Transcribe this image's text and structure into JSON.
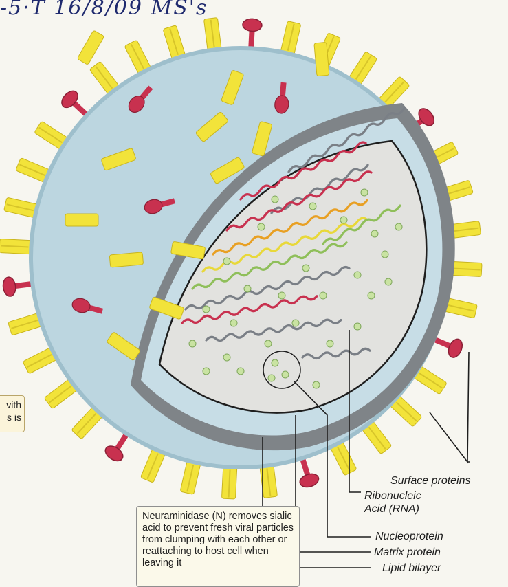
{
  "handwritten_note": "-5·T 16/8/09 MS's",
  "left_box_lines": [
    "vith",
    "s is"
  ],
  "neuraminidase_box": "Neuraminidase (N) removes sialic acid to prevent fresh viral particles from clumping with each other or reattaching to host cell when leaving it",
  "labels": {
    "surface_proteins": "Surface proteins",
    "rna_line1": "Ribonucleic",
    "rna_line2": "Acid (RNA)",
    "nucleoprotein": "Nucleoprotein",
    "matrix_protein": "Matrix protein",
    "lipid_bilayer": "Lipid bilayer"
  },
  "colors": {
    "envelope": "#bcd6e0",
    "envelope_dark": "#93b8c8",
    "matrix_ring": "#8a8d90",
    "core": "#e4e4e2",
    "spike_yellow": "#f2e33a",
    "spike_red": "#c8314f",
    "rna_red": "#c8314f",
    "rna_orange": "#e8a024",
    "rna_yellow": "#e8d83a",
    "rna_green": "#8fbf5a",
    "rna_grey": "#7a7f86",
    "nucleo_green": "#c9e3a2"
  }
}
